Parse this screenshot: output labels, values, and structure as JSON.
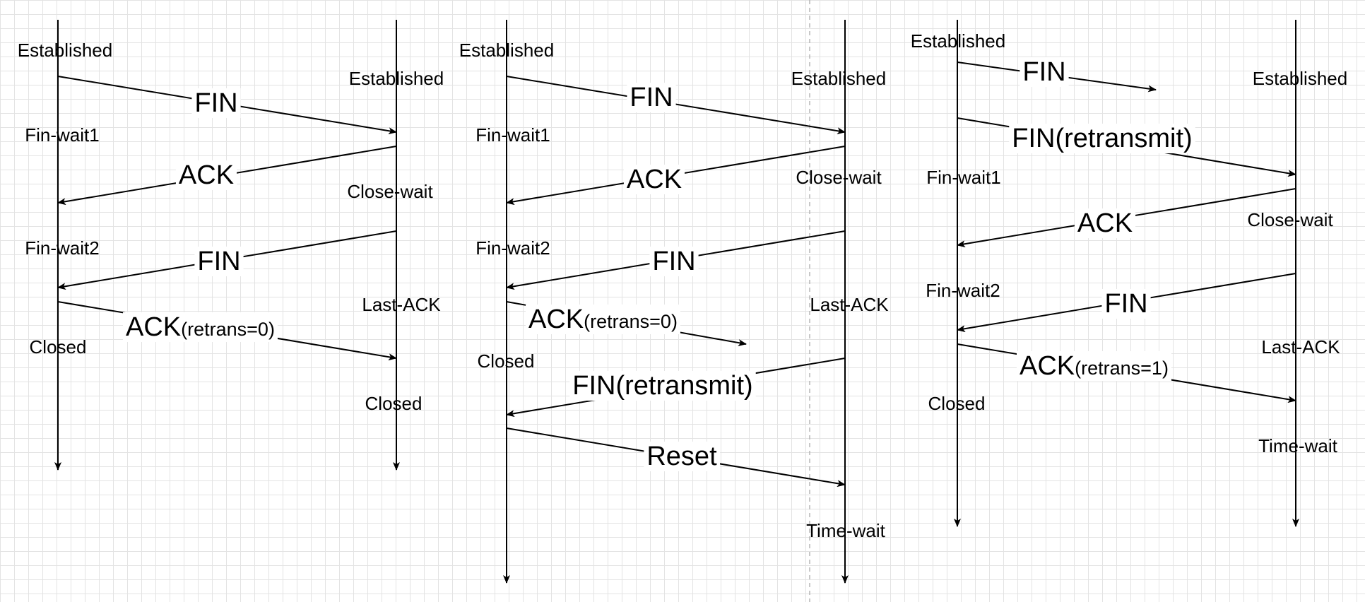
{
  "diagrams": [
    {
      "id": "d1",
      "client_states": [
        "Established",
        "Fin-wait1",
        "Fin-wait2",
        "Closed"
      ],
      "server_states": [
        "Established",
        "Close-wait",
        "Last-ACK",
        "Closed"
      ],
      "messages": [
        {
          "label": "FIN",
          "suffix": ""
        },
        {
          "label": "ACK",
          "suffix": ""
        },
        {
          "label": "FIN",
          "suffix": ""
        },
        {
          "label": "ACK",
          "suffix": "(retrans=0)"
        }
      ]
    },
    {
      "id": "d2",
      "client_states": [
        "Established",
        "Fin-wait1",
        "Fin-wait2",
        "Closed"
      ],
      "server_states": [
        "Established",
        "Close-wait",
        "Last-ACK",
        "Time-wait"
      ],
      "messages": [
        {
          "label": "FIN",
          "suffix": ""
        },
        {
          "label": "ACK",
          "suffix": ""
        },
        {
          "label": "FIN",
          "suffix": ""
        },
        {
          "label": "ACK",
          "suffix": "(retrans=0)"
        },
        {
          "label": "FIN(retransmit)",
          "suffix": ""
        },
        {
          "label": "Reset",
          "suffix": ""
        }
      ]
    },
    {
      "id": "d3",
      "client_states": [
        "Established",
        "Fin-wait1",
        "Fin-wait2",
        "Closed"
      ],
      "server_states": [
        "Established",
        "Close-wait",
        "Last-ACK",
        "Time-wait"
      ],
      "messages": [
        {
          "label": "FIN",
          "suffix": ""
        },
        {
          "label": "FIN(retransmit)",
          "suffix": ""
        },
        {
          "label": "ACK",
          "suffix": ""
        },
        {
          "label": "FIN",
          "suffix": ""
        },
        {
          "label": "ACK",
          "suffix": "(retrans=1)"
        }
      ]
    }
  ]
}
